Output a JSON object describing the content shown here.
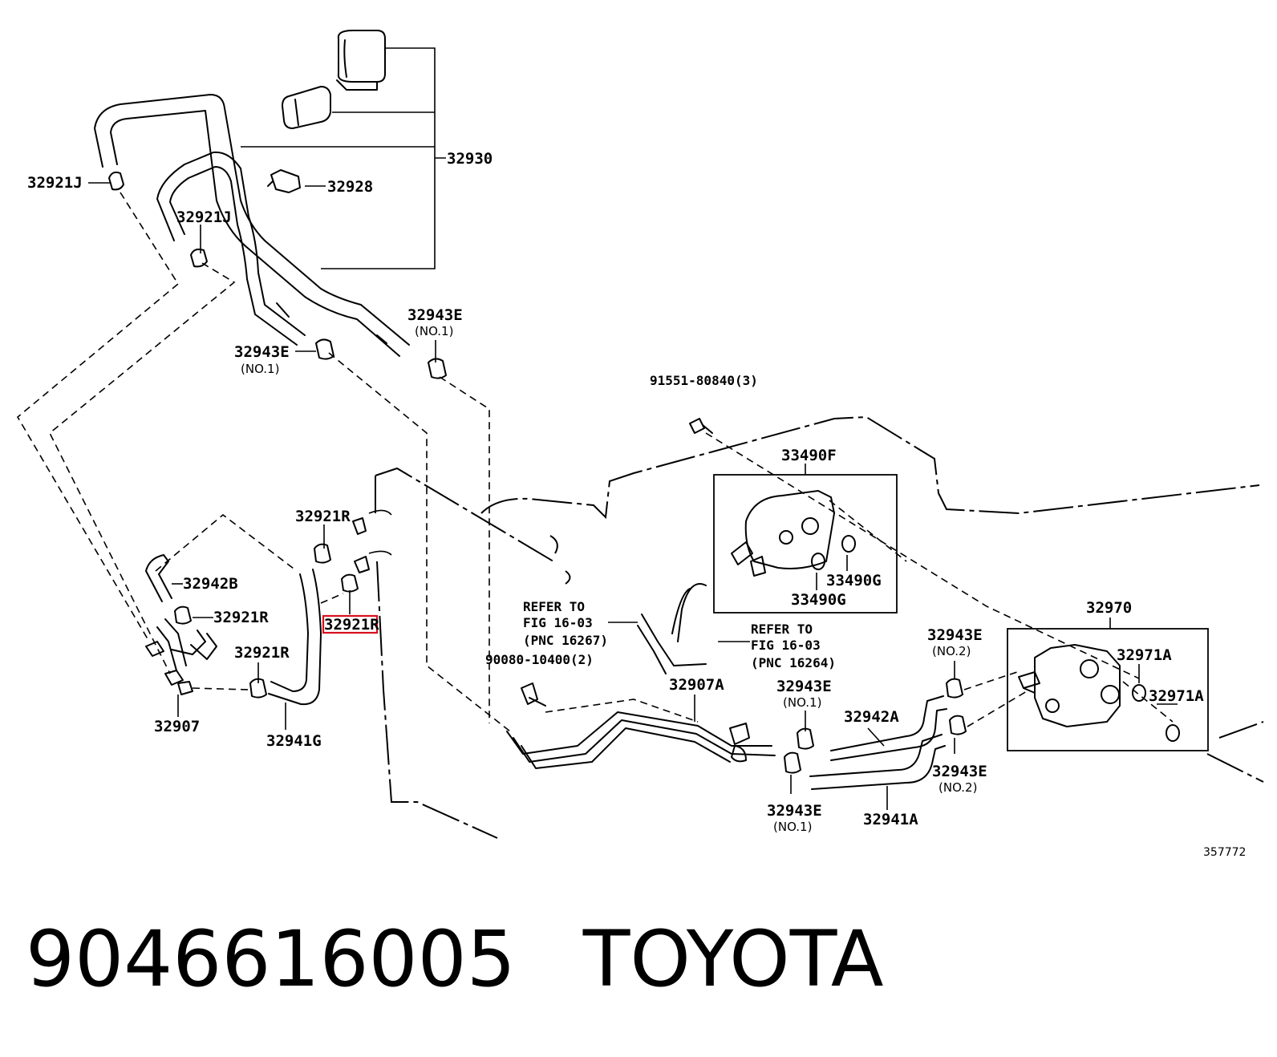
{
  "callouts": {
    "p32930": "32930",
    "p32928": "32928",
    "p32921j_a": "32921J",
    "p32921j_b": "32921J",
    "p32943e_a": "32943E",
    "p32943e_a_sub": "(NO.1)",
    "p32943e_b": "32943E",
    "p32943e_b_sub": "(NO.1)",
    "p91551": "91551-80840(3)",
    "p33490f": "33490F",
    "p33490g_a": "33490G",
    "p33490g_b": "33490G",
    "p32921r_a": "32921R",
    "p32921r_b": "32921R",
    "p32921r_c": "32921R",
    "p32921r_highlight": "32921R",
    "p32942b": "32942B",
    "p32907": "32907",
    "p32941g": "32941G",
    "p90080": "90080-10400(2)",
    "p32907a": "32907A",
    "p32970": "32970",
    "p32971a_a": "32971A",
    "p32971a_b": "32971A",
    "p32943e_c": "32943E",
    "p32943e_c_sub": "(NO.2)",
    "p32943e_d": "32943E",
    "p32943e_d_sub": "(NO.1)",
    "p32942a": "32942A",
    "p32943e_e": "32943E",
    "p32943e_e_sub": "(NO.2)",
    "p32943e_f": "32943E",
    "p32943e_f_sub": "(NO.1)",
    "p32941a": "32941A"
  },
  "refer_notes": {
    "left": {
      "line1": "REFER TO",
      "line2": "FIG 16-03",
      "line3": "(PNC 16267)"
    },
    "right": {
      "line1": "REFER TO",
      "line2": "FIG 16-03",
      "line3": "(PNC 16264)"
    }
  },
  "figure_number": "357772",
  "footer": {
    "part_number": "9046616005",
    "brand": "TOYOTA"
  },
  "colors": {
    "line": "#000000",
    "highlight": "#d8101e",
    "background": "#ffffff"
  }
}
